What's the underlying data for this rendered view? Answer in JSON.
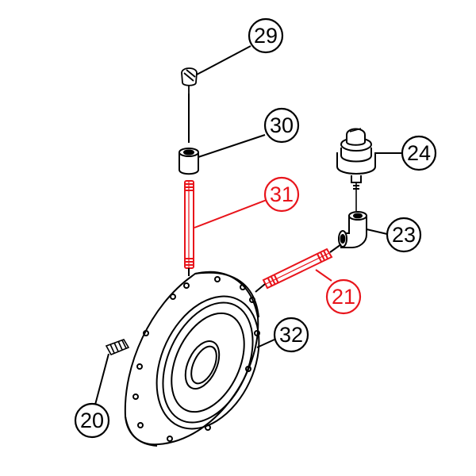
{
  "colors": {
    "line": "#000000",
    "highlight": "#e8141b",
    "fill_light": "#ffffff",
    "fill_grey": "#dcdcdc"
  },
  "callouts": [
    {
      "id": "c29",
      "label": "29",
      "highlighted": false
    },
    {
      "id": "c30",
      "label": "30",
      "highlighted": false
    },
    {
      "id": "c31",
      "label": "31",
      "highlighted": true
    },
    {
      "id": "c24",
      "label": "24",
      "highlighted": false
    },
    {
      "id": "c23",
      "label": "23",
      "highlighted": false
    },
    {
      "id": "c21",
      "label": "21",
      "highlighted": true
    },
    {
      "id": "c32",
      "label": "32",
      "highlighted": false
    },
    {
      "id": "c20",
      "label": "20",
      "highlighted": false
    }
  ]
}
